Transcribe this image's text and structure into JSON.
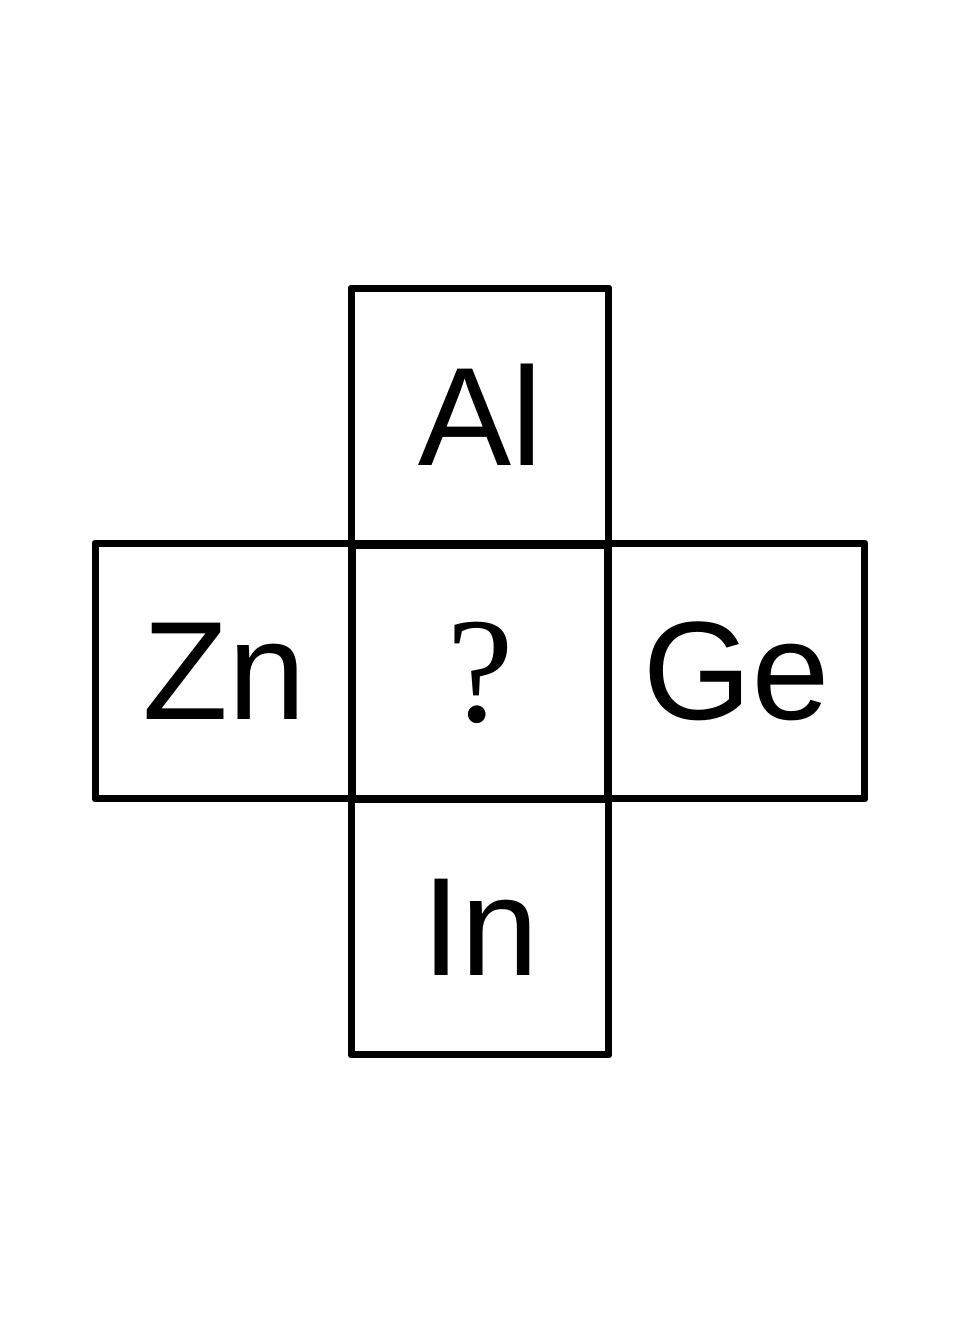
{
  "grid": {
    "top": "Al",
    "left": "Zn",
    "center": "?",
    "right": "Ge",
    "bottom": "In"
  }
}
